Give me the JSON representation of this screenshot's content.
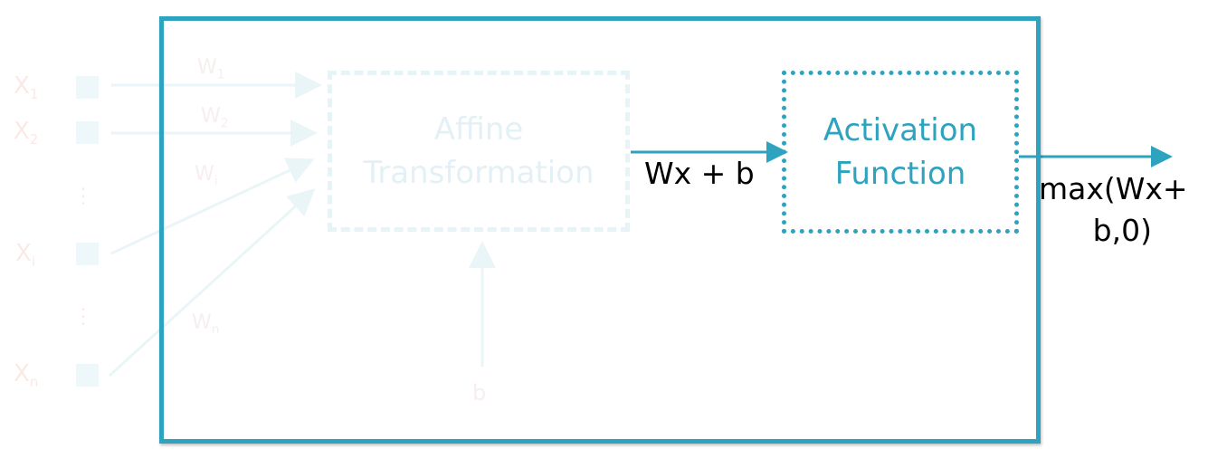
{
  "inputs": [
    {
      "name": "X",
      "sub": "1"
    },
    {
      "name": "X",
      "sub": "2"
    },
    {
      "name": "X",
      "sub": "i"
    },
    {
      "name": "X",
      "sub": "n"
    }
  ],
  "weights": [
    {
      "name": "W",
      "sub": "1"
    },
    {
      "name": "W",
      "sub": "2"
    },
    {
      "name": "W",
      "sub": "i"
    },
    {
      "name": "W",
      "sub": "n"
    }
  ],
  "affine": {
    "line1": "Affine",
    "line2": "Transformation"
  },
  "bias": "b",
  "affine_output": "Wx + b",
  "activation": {
    "line1": "Activation",
    "line2": "Function"
  },
  "output": {
    "line1": "max(Wx+",
    "line2": "b,0)"
  },
  "colors": {
    "accent": "#2ea3bf",
    "faded_red": "#fbe9e6",
    "faded_cyan": "#eef7fa"
  }
}
